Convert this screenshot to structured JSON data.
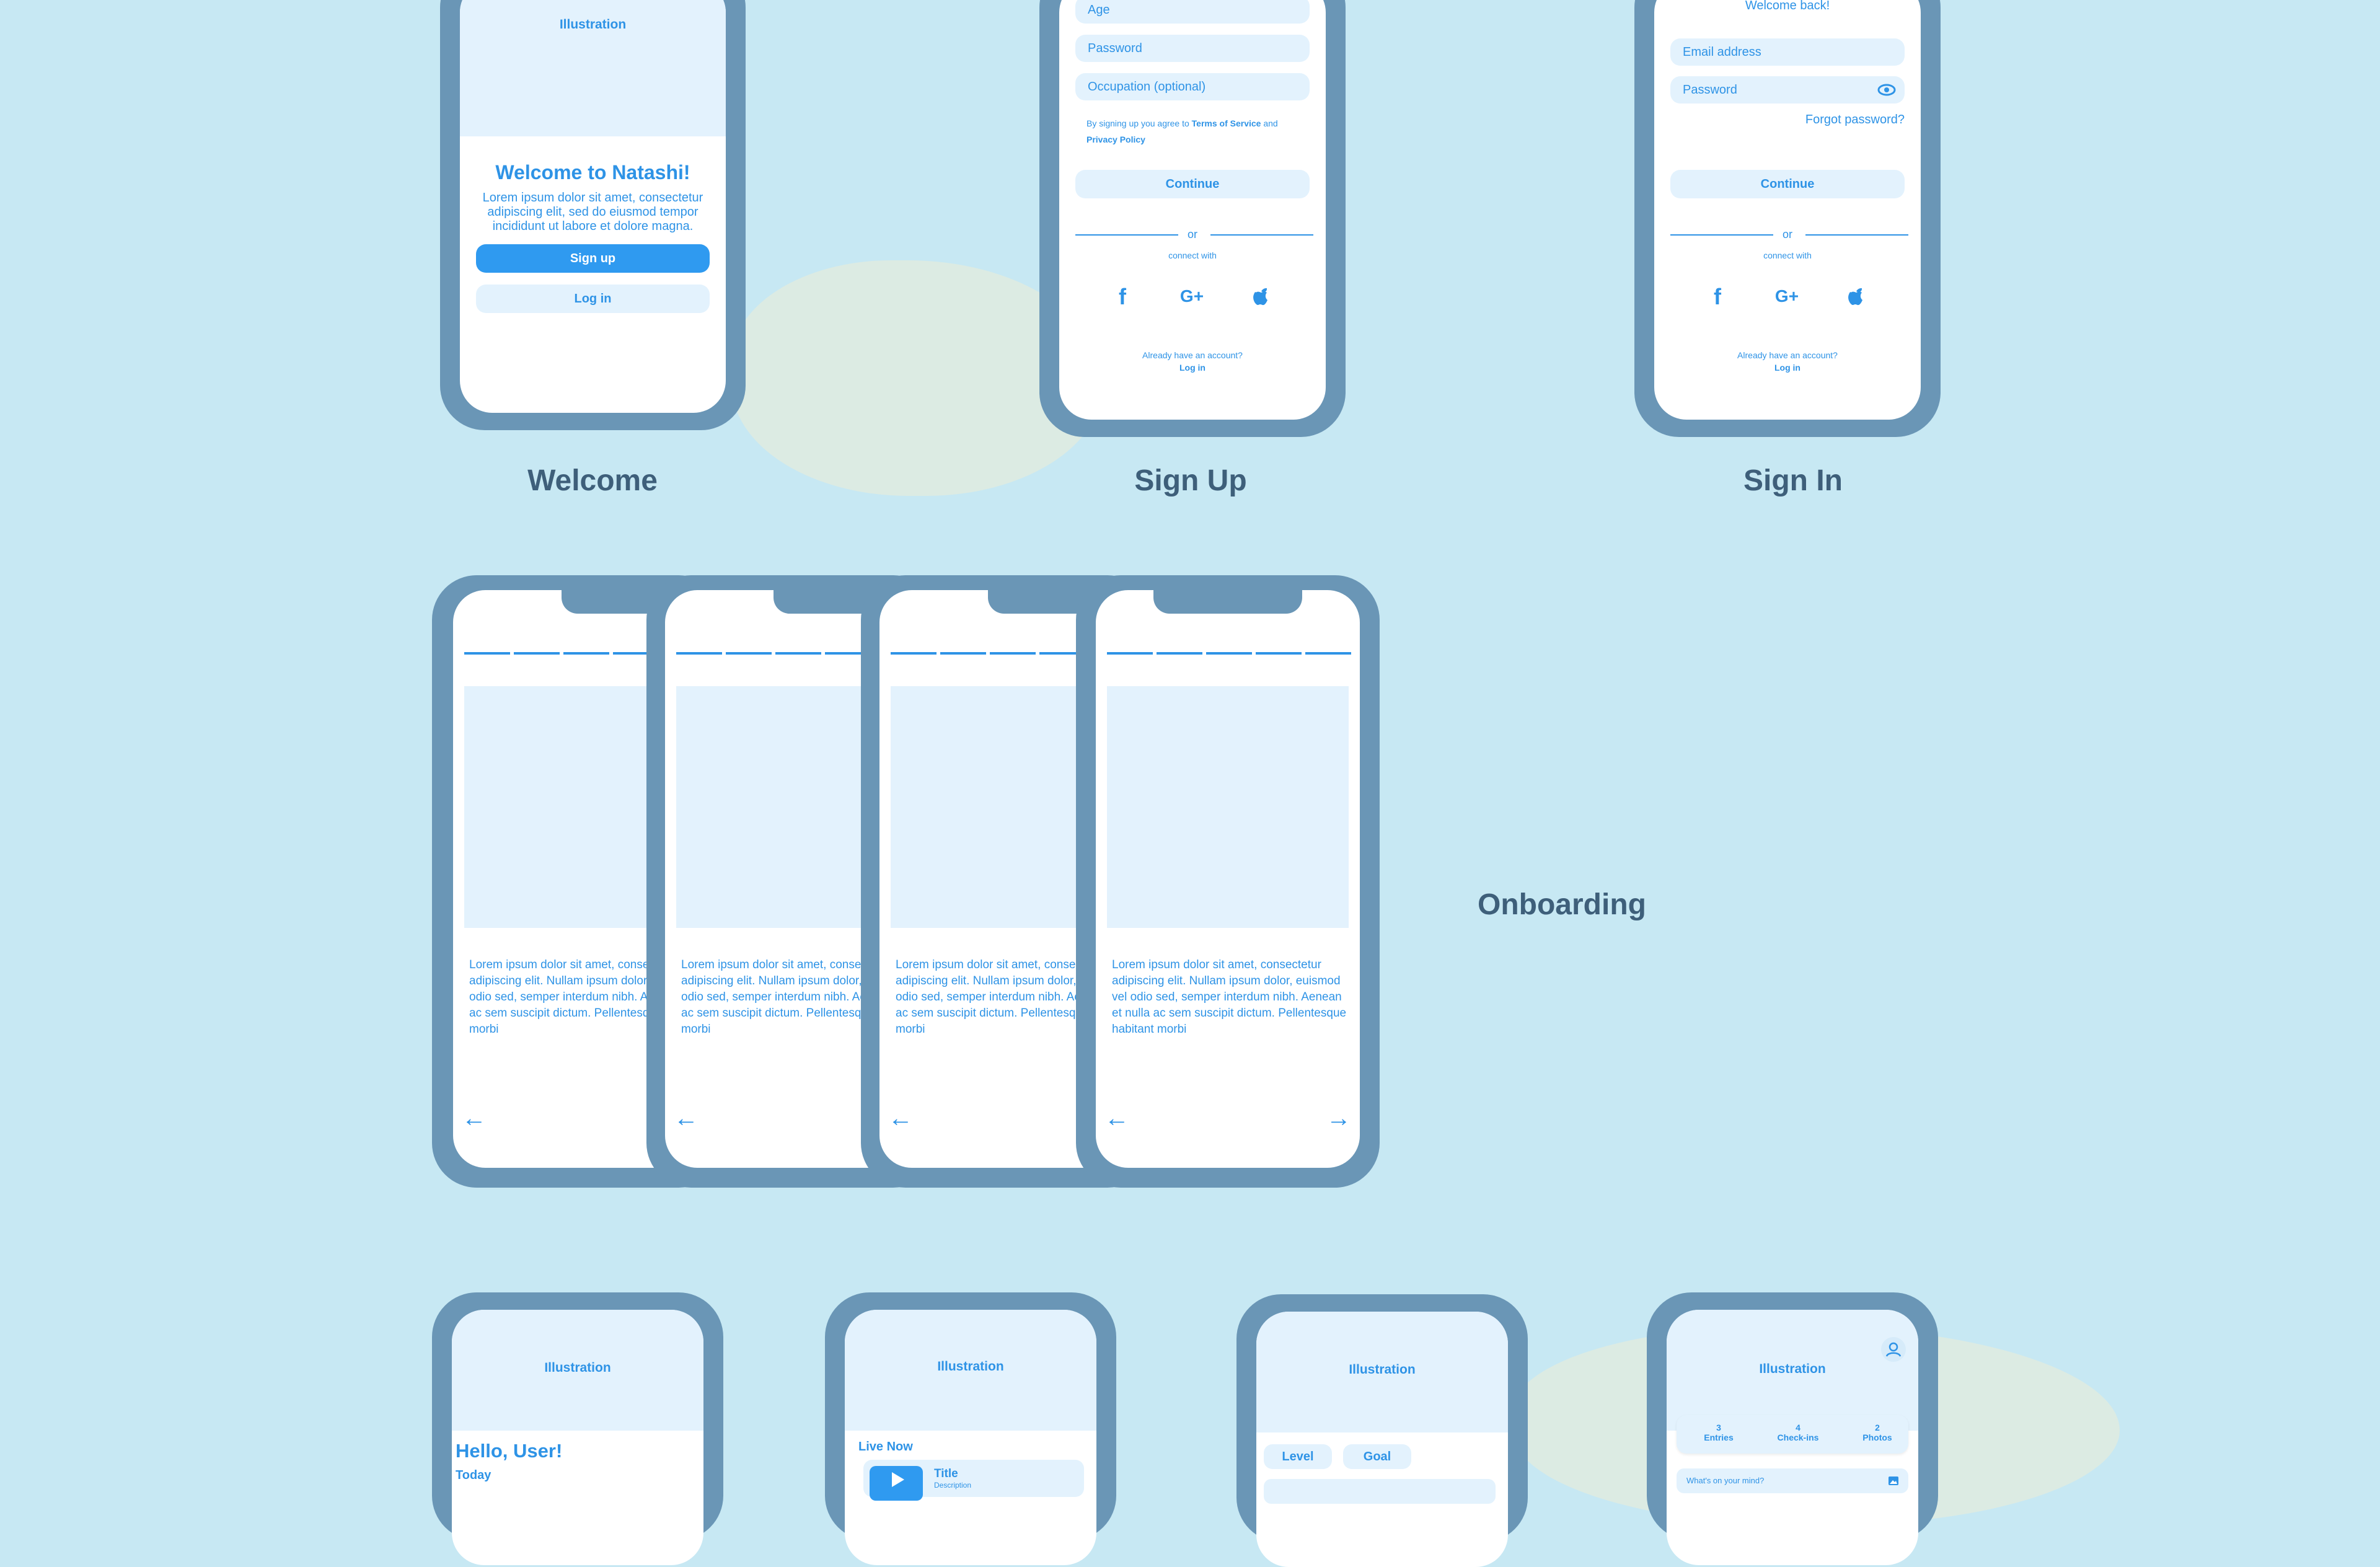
{
  "welcome": {
    "illustration": "Illustration",
    "title": "Welcome to Natashi!",
    "body": "Lorem ipsum dolor sit amet, consectetur adipiscing elit, sed do eiusmod tempor incididunt ut labore et dolore magna.",
    "signup": "Sign up",
    "login": "Log in",
    "caption": "Welcome"
  },
  "signup": {
    "fields": [
      "Age",
      "Password",
      "Occupation (optional)"
    ],
    "terms_prefix": "By signing up you agree to ",
    "terms_link": "Terms of Service",
    "terms_and": " and",
    "privacy_link": "Privacy Policy",
    "continue": "Continue",
    "or": "or",
    "connect": "connect with",
    "social": [
      "f",
      "G+",
      ""
    ],
    "have_account": "Already have an account?",
    "login": "Log in",
    "caption": "Sign Up"
  },
  "signin": {
    "welcome_back": "Welcome back!",
    "email_placeholder": "Email address",
    "password_placeholder": "Password",
    "forgot": "Forgot password?",
    "continue": "Continue",
    "or": "or",
    "connect": "connect with",
    "social": [
      "f",
      "G+",
      ""
    ],
    "have_account": "Already have an account?",
    "login": "Log in",
    "caption": "Sign In"
  },
  "onboarding": {
    "caption": "Onboarding",
    "text": "Lorem ipsum dolor sit amet, consectetur adipiscing elit. Nullam ipsum dolor, euismod vel odio sed, semper interdum nibh. Aenean et nulla ac sem suscipit dictum. Pellentesque habitant morbi",
    "back_arrow": "←",
    "next_arrow": "→"
  },
  "home": {
    "illustration": "Illustration",
    "greeting": "Hello, User!",
    "today": "Today"
  },
  "live": {
    "illustration": "Illustration",
    "live_now": "Live Now",
    "item_title": "Title",
    "item_desc": "Description"
  },
  "goals": {
    "illustration": "Illustration",
    "chips": [
      "Level",
      "Goal"
    ]
  },
  "profile": {
    "illustration": "Illustration",
    "stats": [
      {
        "value": "3",
        "label": "Entries"
      },
      {
        "value": "4",
        "label": "Check-ins"
      },
      {
        "value": "2",
        "label": "Photos"
      }
    ],
    "composer_placeholder": "What's on your mind?"
  }
}
